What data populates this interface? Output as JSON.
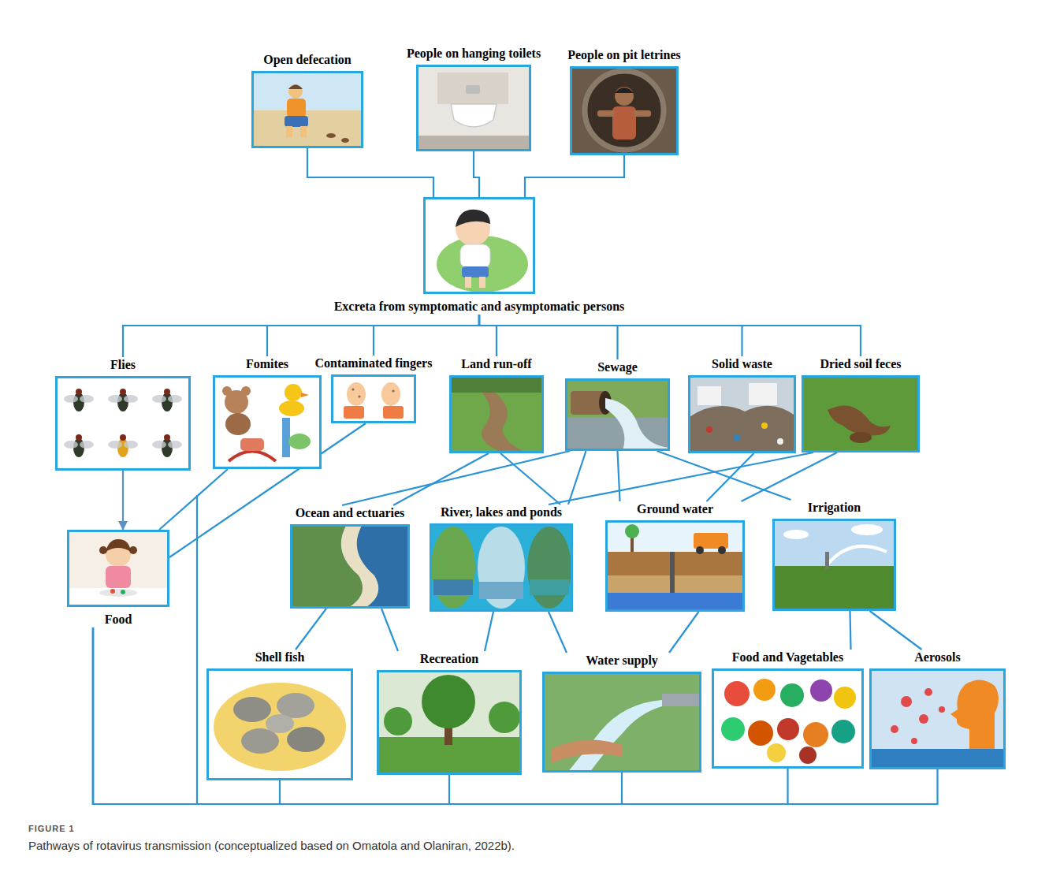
{
  "diagram": {
    "caption": "Pathways of rotavirus transmission (conceptualized based on Omatola and Olaniran, 2022b).",
    "nodes": [
      {
        "text": [
          "Open defecation"
        ]
      },
      {
        "text": [
          "People on hanging toilets"
        ]
      },
      {
        "text": [
          "People on pit letrines"
        ]
      },
      {
        "text": [
          "Excreta from symptomatic and asymptomatic persons"
        ]
      },
      {
        "text": [
          "Flies"
        ]
      },
      {
        "text": [
          "Fomites"
        ]
      },
      {
        "text": [
          "Contaminated fingers"
        ]
      },
      {
        "text": [
          "Land run-off"
        ]
      },
      {
        "text": [
          "Sewage"
        ]
      },
      {
        "text": [
          "Solid waste"
        ]
      },
      {
        "text": [
          "Dried soil feces"
        ]
      },
      {
        "text": [
          "Food"
        ]
      },
      {
        "text": [
          "Ocean and ectuaries"
        ]
      },
      {
        "text": [
          "River, lakes and ponds"
        ]
      },
      {
        "text": [
          "Ground water"
        ]
      },
      {
        "text": [
          "Irrigation"
        ]
      },
      {
        "text": [
          "Shell fish"
        ]
      },
      {
        "text": [
          "Recreation"
        ]
      },
      {
        "text": [
          "Water supply"
        ]
      },
      {
        "text": [
          "Food and Vagetables"
        ]
      },
      {
        "text": [
          "Aerosols"
        ]
      }
    ],
    "edges": [
      {
        "from": 0,
        "to": 3,
        "arrow": "none"
      },
      {
        "from": 1,
        "to": 3,
        "arrow": "none"
      },
      {
        "from": 2,
        "to": 3,
        "arrow": "none"
      },
      {
        "from": 3,
        "to": 4,
        "arrow": "none"
      },
      {
        "from": 3,
        "to": 5,
        "arrow": "none"
      },
      {
        "from": 3,
        "to": 6,
        "arrow": "none"
      },
      {
        "from": 3,
        "to": 7,
        "arrow": "none"
      },
      {
        "from": 3,
        "to": 8,
        "arrow": "none"
      },
      {
        "from": 3,
        "to": 9,
        "arrow": "none"
      },
      {
        "from": 3,
        "to": 10,
        "arrow": "none"
      },
      {
        "from": 4,
        "to": 11,
        "arrow": "to"
      },
      {
        "from": 5,
        "to": 11,
        "arrow": "none"
      },
      {
        "from": 6,
        "to": 11,
        "arrow": "none"
      },
      {
        "from": 7,
        "to": 12,
        "arrow": "none"
      },
      {
        "from": 7,
        "to": 13,
        "arrow": "none"
      },
      {
        "from": 8,
        "to": 12,
        "arrow": "none"
      },
      {
        "from": 8,
        "to": 13,
        "arrow": "none"
      },
      {
        "from": 8,
        "to": 14,
        "arrow": "none"
      },
      {
        "from": 8,
        "to": 15,
        "arrow": "none"
      },
      {
        "from": 9,
        "to": 14,
        "arrow": "none"
      },
      {
        "from": 10,
        "to": 13,
        "arrow": "none"
      },
      {
        "from": 10,
        "to": 14,
        "arrow": "none"
      },
      {
        "from": 12,
        "to": 16,
        "arrow": "none"
      },
      {
        "from": 12,
        "to": 17,
        "arrow": "none"
      },
      {
        "from": 13,
        "to": 17,
        "arrow": "none"
      },
      {
        "from": 13,
        "to": 18,
        "arrow": "none"
      },
      {
        "from": 14,
        "to": 18,
        "arrow": "none"
      },
      {
        "from": 15,
        "to": 19,
        "arrow": "none"
      },
      {
        "from": 15,
        "to": 20,
        "arrow": "none"
      },
      {
        "from": 16,
        "to": 11,
        "arrow": "none"
      },
      {
        "from": 17,
        "to": 11,
        "arrow": "none"
      },
      {
        "from": 18,
        "to": 11,
        "arrow": "none"
      },
      {
        "from": 19,
        "to": 11,
        "arrow": "none"
      },
      {
        "from": 20,
        "to": 11,
        "arrow": "none"
      }
    ],
    "labels": [
      "FIGURE 1"
    ]
  }
}
